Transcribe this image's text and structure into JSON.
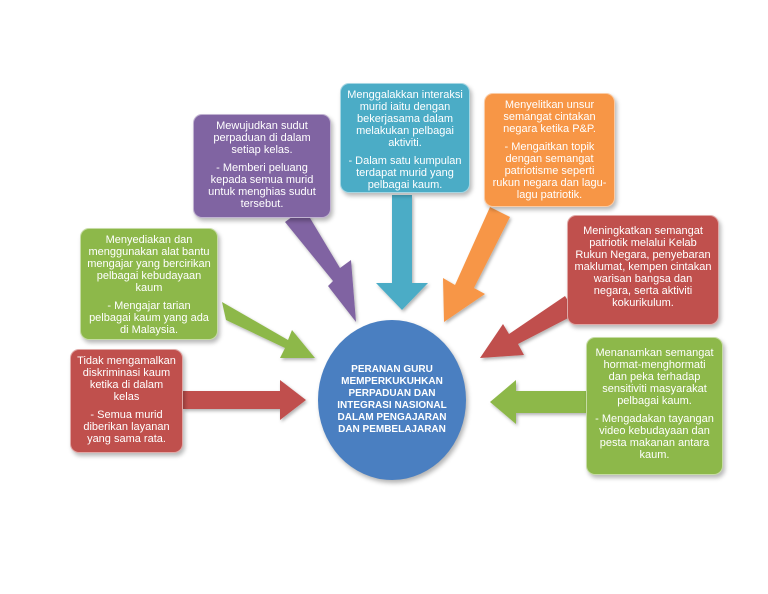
{
  "colors": {
    "red": "#c0504d",
    "green": "#8db84a",
    "purple": "#8064a2",
    "teal": "#4bacc6",
    "orange": "#f79646",
    "center": "#4a7fc1"
  },
  "center": {
    "label": "PERANAN GURU MEMPERKUKUHKAN PERPADUAN DAN INTEGRASI NASIONAL DALAM PENGAJARAN DAN PEMBELAJARAN"
  },
  "boxes": {
    "red_left": {
      "p1": "Tidak mengamalkan diskriminasi kaum ketika di dalam kelas",
      "p2": "- Semua murid diberikan layanan yang sama rata."
    },
    "green_left": {
      "p1": "Menyediakan dan menggunakan alat bantu mengajar yang bercirikan pelbagai kebudayaan kaum",
      "p2": "- Mengajar tarian pelbagai kaum yang ada di Malaysia."
    },
    "purple": {
      "p1": "Mewujudkan sudut perpaduan di dalam setiap kelas.",
      "p2": "- Memberi peluang kepada semua murid untuk menghias sudut tersebut."
    },
    "teal": {
      "p1": "Menggalakkan interaksi murid iaitu dengan bekerjasama dalam melakukan pelbagai aktiviti.",
      "p2": "- Dalam satu kumpulan terdapat murid yang pelbagai kaum."
    },
    "orange": {
      "p1": "Menyelitkan unsur semangat cintakan negara ketika P&P.",
      "p2": "- Mengaitkan  topik dengan semangat patriotisme seperti rukun negara dan lagu-lagu patriotik."
    },
    "red_right": {
      "p1": "Meningkatkan semangat patriotik melalui Kelab Rukun Negara, penyebaran maklumat, kempen cintakan warisan bangsa dan negara, serta aktiviti kokurikulum."
    },
    "green_right": {
      "p1": "Menanamkan semangat hormat-menghormati dan peka terhadap sensitiviti masyarakat pelbagai kaum.",
      "p2": "- Mengadakan tayangan video kebudayaan dan pesta makanan antara kaum."
    }
  }
}
